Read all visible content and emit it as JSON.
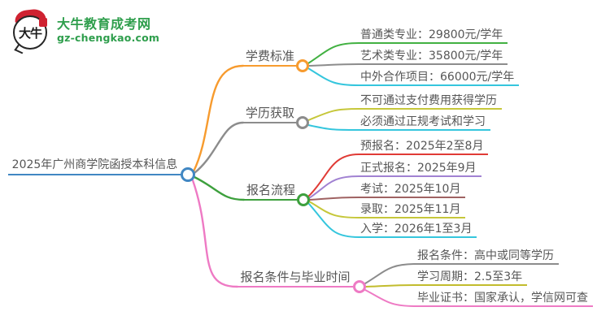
{
  "logo": {
    "title": "大牛教育成考网",
    "domain": "gz-chengkao.com",
    "badge_text": "大牛",
    "colors": {
      "green": "#2e9e4c",
      "red": "#cf2231",
      "outline": "#262626"
    }
  },
  "root": {
    "label": "2025年广州商学院函授本科信息",
    "color": "#4187c3"
  },
  "branches": [
    {
      "label": "学费标准",
      "color": "#f79b2e",
      "children": [
        {
          "label": "普通类专业：29800元/学年",
          "color": "#42b142"
        },
        {
          "label": "艺术类专业：35800元/学年",
          "color": "#8c8c8c"
        },
        {
          "label": "中外合作项目：66000元/学年",
          "color": "#35c6dd"
        }
      ]
    },
    {
      "label": "学历获取",
      "color": "#8c8c8c",
      "children": [
        {
          "label": "不可通过支付费用获得学历",
          "color": "#c6c73a"
        },
        {
          "label": "必须通过正规考试和学习",
          "color": "#35c6dd"
        }
      ]
    },
    {
      "label": "报名流程",
      "color": "#3da03d",
      "children": [
        {
          "label": "预报名：2025年2至8月",
          "color": "#e03b36"
        },
        {
          "label": "正式报名：2025年9月",
          "color": "#a182d2"
        },
        {
          "label": "考试：2025年10月",
          "color": "#9f6262"
        },
        {
          "label": "录取：2025年11月",
          "color": "#c6c73a"
        },
        {
          "label": "入学：2026年1至3月",
          "color": "#35c6dd"
        }
      ]
    },
    {
      "label": "报名条件与毕业时间",
      "color": "#ee7ac4",
      "children": [
        {
          "label": "报名条件：高中或同等学历",
          "color": "#8c8c8c"
        },
        {
          "label": "学习周期：2.5至3年",
          "color": "#c2bc2d"
        },
        {
          "label": "毕业证书：国家承认，学信网可查",
          "color": "#ee7ac4"
        }
      ]
    }
  ]
}
